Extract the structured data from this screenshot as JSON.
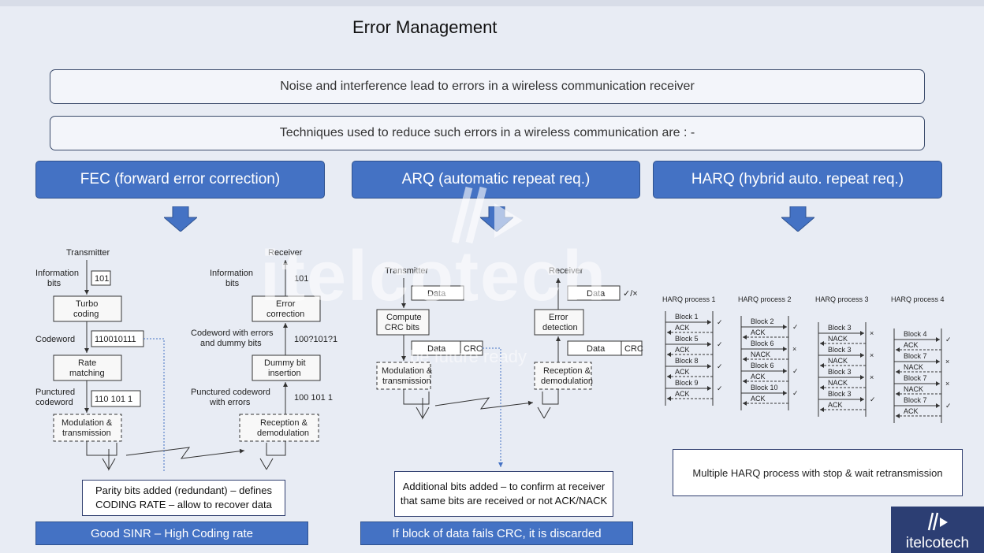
{
  "title": "Error Management",
  "banners": {
    "noise": "Noise and interference lead to errors in a wireless communication receiver",
    "techniques": "Techniques used to reduce such errors in a wireless communication are : -"
  },
  "columns": {
    "fec": "FEC (forward error correction)",
    "arq": "ARQ (automatic repeat req.)",
    "harq": "HARQ (hybrid auto. repeat req.)"
  },
  "fec_diagram": {
    "transmitter": "Transmitter",
    "info_bits_l1": "Information",
    "info_bits_l2": "bits",
    "info_value": "101",
    "turbo_l1": "Turbo",
    "turbo_l2": "coding",
    "codeword": "Codeword",
    "codeword_value": "110010111",
    "rate_l1": "Rate",
    "rate_l2": "matching",
    "punct_l1": "Punctured",
    "punct_l2": "codeword",
    "punct_value": "110 101 1",
    "mod_l1": "Modulation &",
    "mod_l2": "transmission",
    "receiver": "Receiver",
    "rx_info_l1": "Information",
    "rx_info_l2": "bits",
    "rx_info_value": "101",
    "errcorr_l1": "Error",
    "errcorr_l2": "correction",
    "cw_err_l1": "Codeword with errors",
    "cw_err_l2": "and dummy bits",
    "cw_err_value": "100?101?1",
    "dummy_l1": "Dummy bit",
    "dummy_l2": "insertion",
    "pcw_err_l1": "Punctured codeword",
    "pcw_err_l2": "with errors",
    "pcw_err_value": "100 101 1",
    "recep_l1": "Reception &",
    "recep_l2": "demodulation"
  },
  "arq_diagram": {
    "transmitter": "Transmitter",
    "data": "Data",
    "crc_l1": "Compute",
    "crc_l2": "CRC bits",
    "data2": "Data",
    "crc": "CRC",
    "mod_l1": "Modulation &",
    "mod_l2": "transmission",
    "receiver": "Receiver",
    "rx_data": "Data",
    "ack_mark": "✓/×",
    "errdet_l1": "Error",
    "errdet_l2": "detection",
    "rx_data2": "Data",
    "rx_crc": "CRC",
    "recep_l1": "Reception &",
    "recep_l2": "demodulation"
  },
  "harq_diagram": {
    "processes": [
      {
        "name": "HARQ process 1",
        "rows": [
          [
            "Block 1",
            "ACK",
            "✓"
          ],
          [
            "Block 5",
            "ACK",
            "✓"
          ],
          [
            "Block 8",
            "ACK",
            "✓"
          ],
          [
            "Block 9",
            "ACK",
            "✓"
          ]
        ]
      },
      {
        "name": "HARQ process 2",
        "rows": [
          [
            "Block 2",
            "ACK",
            "✓"
          ],
          [
            "Block 6",
            "NACK",
            "×"
          ],
          [
            "Block 6",
            "ACK",
            "✓"
          ],
          [
            "Block 10",
            "ACK",
            "✓"
          ]
        ]
      },
      {
        "name": "HARQ process 3",
        "rows": [
          [
            "Block 3",
            "NACK",
            "×"
          ],
          [
            "Block 3",
            "NACK",
            "×"
          ],
          [
            "Block 3",
            "NACK",
            "×"
          ],
          [
            "Block 3",
            "ACK",
            "✓"
          ]
        ]
      },
      {
        "name": "HARQ process 4",
        "rows": [
          [
            "Block 4",
            "ACK",
            "✓"
          ],
          [
            "Block 7",
            "NACK",
            "×"
          ],
          [
            "Block 7",
            "NACK",
            "×"
          ],
          [
            "Block 7",
            "ACK",
            "✓"
          ]
        ]
      }
    ]
  },
  "notes": {
    "parity": "Parity bits added (redundant) – defines CODING RATE – allow to recover data",
    "additional": "Additional bits added – to confirm at receiver that same bits are received or not ACK/NACK",
    "harq": "Multiple HARQ process with stop & wait retransmission"
  },
  "footers": {
    "fec": "Good SINR – High Coding rate",
    "arq": "If block of data fails CRC, it is discarded"
  },
  "watermark": {
    "brand": "itelcotech",
    "tagline": "be future ready"
  },
  "logo": {
    "text": "itelcotech"
  },
  "colors": {
    "accent": "#4472c4",
    "dark": "#2c3e73"
  }
}
